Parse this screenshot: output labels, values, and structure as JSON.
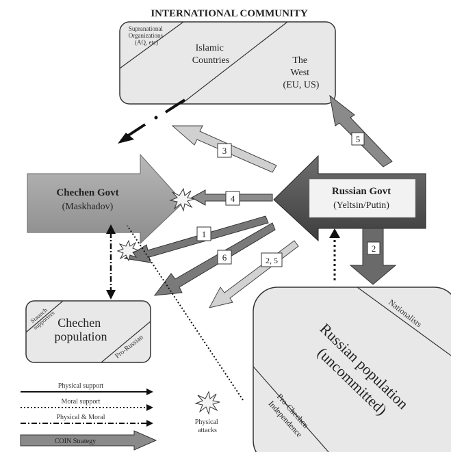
{
  "title": "INTERNATIONAL COMMUNITY",
  "international": {
    "supranational_line1": "Supranational",
    "supranational_line2": "Organizations",
    "supranational_line3": "(AQ, etc)",
    "islamic_line1": "Islamic",
    "islamic_line2": "Countries",
    "west_line1": "The",
    "west_line2": "West",
    "west_line3": "(EU, US)"
  },
  "chechen_govt": {
    "name": "Chechen Govt",
    "leader": "(Maskhadov)"
  },
  "russian_govt": {
    "name": "Russian Govt",
    "leader": "(Yeltsin/Putin)"
  },
  "chechen_population": {
    "staunch_line1": "Staunch",
    "staunch_line2": "supporters",
    "main_line1": "Chechen",
    "main_line2": "population",
    "pro_russian": "Pro-Russian"
  },
  "russian_population": {
    "nationalists": "Nationalists",
    "main_line1": "Russian population",
    "main_line2": "(uncommitted)",
    "pro_chechen_line1": "Pro-Chechen",
    "pro_chechen_line2": "Independence"
  },
  "arrow_labels": {
    "a1": "1",
    "a2": "2",
    "a3": "3",
    "a4": "4",
    "a5": "5",
    "a6": "6",
    "a25": "2, 5"
  },
  "legend": {
    "physical_support": "Physical support",
    "moral_support": "Moral support",
    "physical_moral": "Physical & Moral",
    "coin_strategy": "COIN Strategy",
    "physical_attacks_line1": "Physical",
    "physical_attacks_line2": "attacks"
  },
  "colors": {
    "box_fill": "#e6e6e6",
    "chechen_govt_fill": "#a8a8a8",
    "russian_govt_fill": "#5a5a5a",
    "arrow_light": "#c8c8c8",
    "arrow_mid": "#8a8a8a",
    "arrow_dark": "#4a4a4a"
  }
}
